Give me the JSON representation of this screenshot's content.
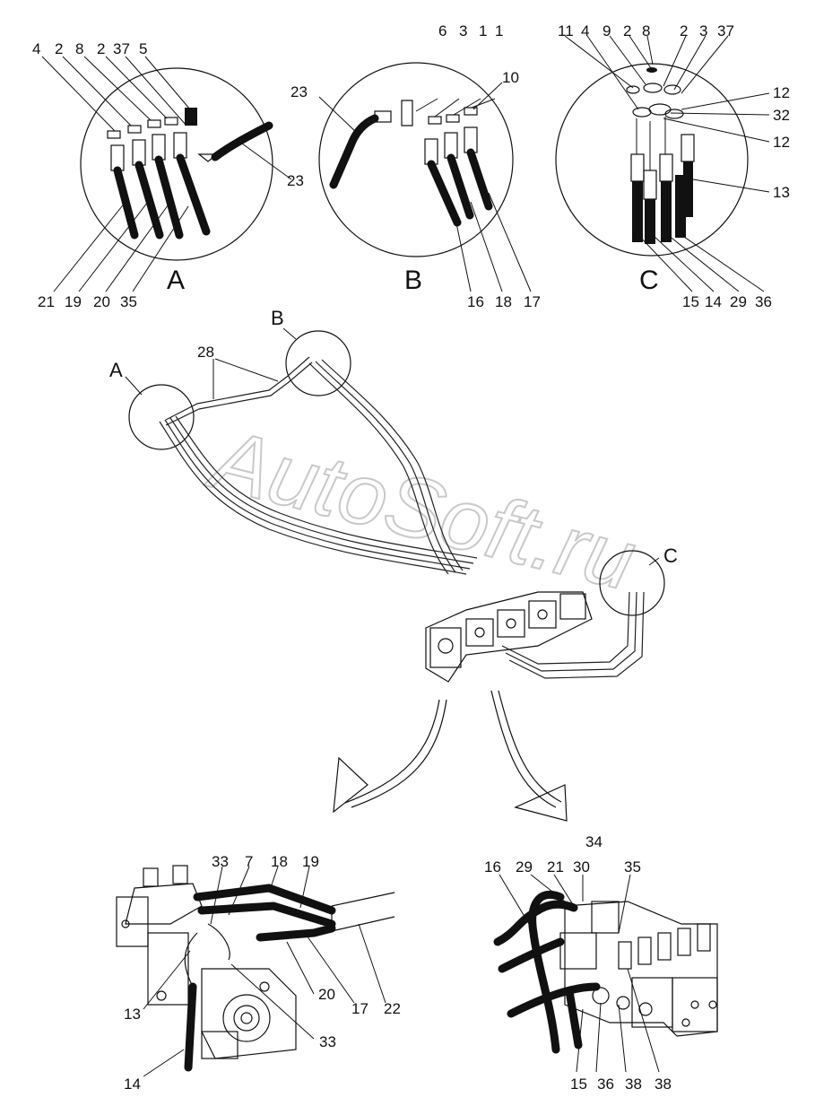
{
  "watermark": "AutoSoft.ru",
  "details": {
    "A": {
      "letter": "A",
      "top_labels": [
        "4",
        "2",
        "8",
        "2",
        "37",
        "5"
      ],
      "side_label": "23",
      "bottom_labels": [
        "21",
        "19",
        "20",
        "35"
      ]
    },
    "B": {
      "letter": "B",
      "left_label": "23",
      "top_labels": [
        "6",
        "3",
        "1",
        "1"
      ],
      "right_label": "10",
      "bottom_labels": [
        "16",
        "18",
        "17"
      ]
    },
    "C": {
      "letter": "C",
      "top_labels": [
        "11",
        "4",
        "9",
        "2",
        "8",
        "2",
        "3",
        "37"
      ],
      "right_labels": [
        "12",
        "32",
        "12",
        "13"
      ],
      "bottom_labels": [
        "15",
        "14",
        "29",
        "36"
      ]
    }
  },
  "main": {
    "callout_A": "A",
    "callout_B": "B",
    "callout_C": "C",
    "label_28": "28"
  },
  "bottom_left": {
    "labels": [
      "33",
      "7",
      "18",
      "19",
      "13",
      "20",
      "17",
      "22",
      "33",
      "14"
    ]
  },
  "bottom_right": {
    "labels": [
      "34",
      "16",
      "29",
      "21",
      "30",
      "35",
      "15",
      "36",
      "38",
      "38"
    ]
  }
}
